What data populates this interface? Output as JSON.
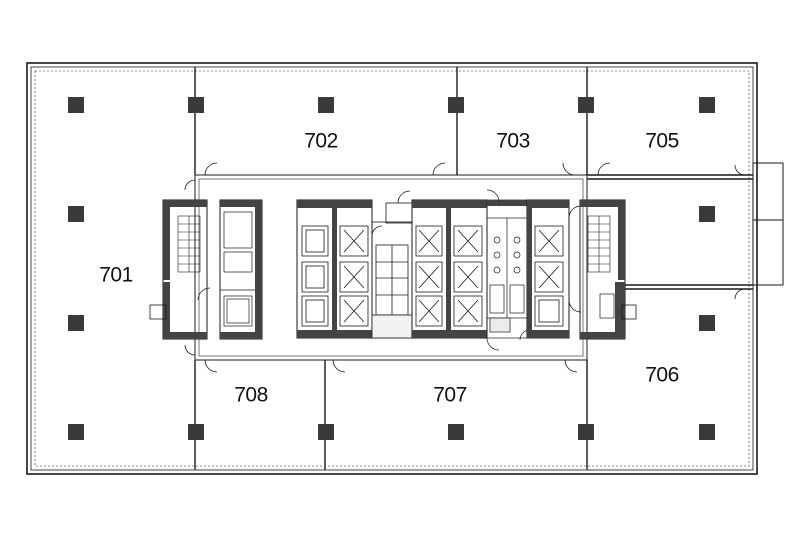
{
  "rooms": [
    {
      "id": "701",
      "label": "701"
    },
    {
      "id": "702",
      "label": "702"
    },
    {
      "id": "703",
      "label": "703"
    },
    {
      "id": "705",
      "label": "705"
    },
    {
      "id": "706",
      "label": "706"
    },
    {
      "id": "707",
      "label": "707"
    },
    {
      "id": "708",
      "label": "708"
    }
  ],
  "colors": {
    "line": "#1a1a1a",
    "column": "#3a3a3a",
    "wall_fill": "#444444",
    "background": "#ffffff"
  }
}
